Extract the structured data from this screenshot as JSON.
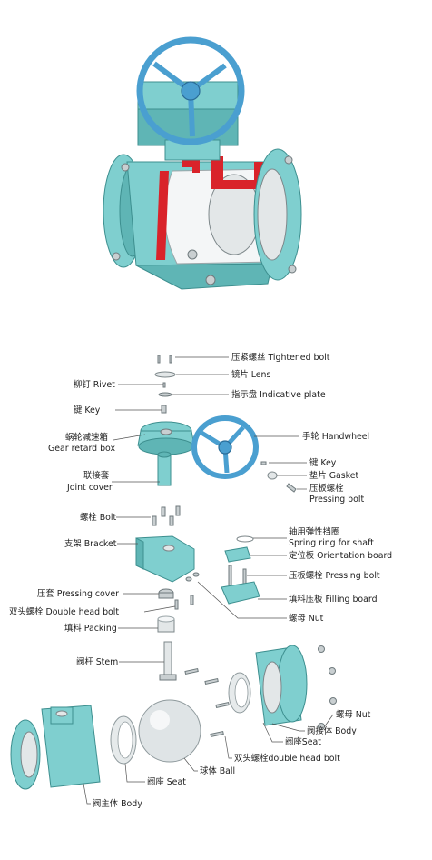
{
  "labels": {
    "tightened_bolt": "压紧螺丝 Tightened bolt",
    "lens": "镜片 Lens",
    "rivet": "柳钉 Rivet",
    "indicative_plate": "指示盘 Indicative plate",
    "key_top": "键 Key",
    "gear_retard_box_cn": "蜗轮减速箱",
    "gear_retard_box_en": "Gear retard box",
    "handwheel": "手轮 Handwheel",
    "key_right": "键 Key",
    "gasket": "垫片 Gasket",
    "pressing_bolt_top_cn": "压板螺栓",
    "pressing_bolt_top_en": "Pressing bolt",
    "joint_cover_cn": "联接套",
    "joint_cover_en": "Joint cover",
    "bolt": "螺栓 Bolt",
    "spring_ring_cn": "轴用弹性挡圈",
    "spring_ring_en": "Spring ring for shaft",
    "bracket": "支架 Bracket",
    "orientation_board": "定位板 Orientation board",
    "pressing_bolt": "压板螺栓 Pressing bolt",
    "pressing_cover": "压套 Pressing cover",
    "filling_board": "填料压板 Filling board",
    "double_head_bolt_left": "双头螺栓 Double head bolt",
    "nut_center": "螺母 Nut",
    "packing": "填料 Packing",
    "stem": "阀杆 Stem",
    "nut_right": "螺母 Nut",
    "seat_right": "阀座Seat",
    "joint_body": "阀接体 Body",
    "double_head_bolt_right": "双头螺栓double head bolt",
    "ball": "球体 Ball",
    "seat_left": "阀座 Seat",
    "main_body": "阀主体 Body"
  }
}
